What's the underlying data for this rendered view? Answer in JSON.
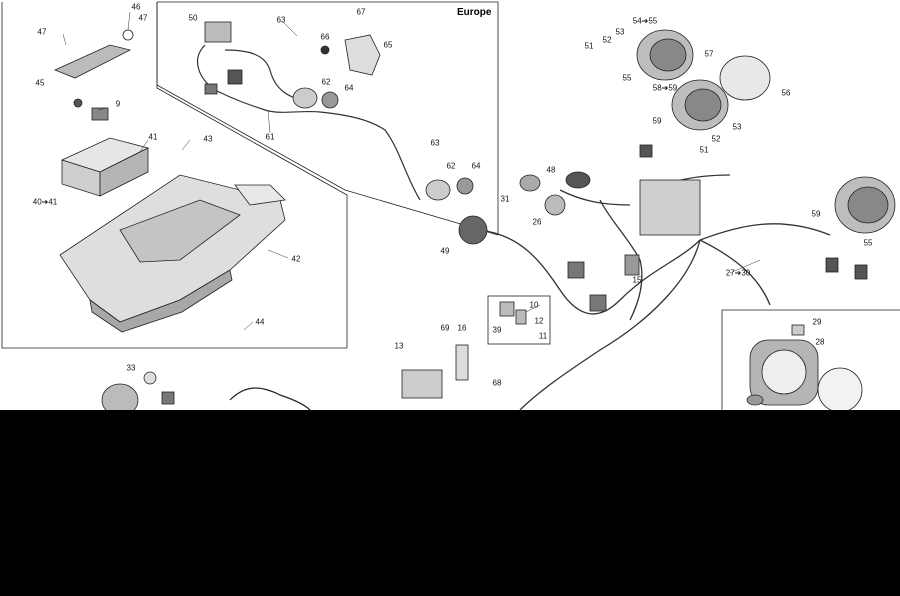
{
  "region_label": "Europe",
  "colors": {
    "background": "#ffffff",
    "line": "#222222",
    "part_fill": "#d9d9d9",
    "dark_fill": "#555555",
    "lower_area": "#000000"
  },
  "callouts": {
    "c46": "46",
    "c47a": "47",
    "c47b": "47",
    "c45": "45",
    "c9": "9",
    "c41": "41",
    "c43": "43",
    "c40_41": "40➔41",
    "c42": "42",
    "c44": "44",
    "c50": "50",
    "c63a": "63",
    "c67": "67",
    "c66": "66",
    "c65": "65",
    "c62a": "62",
    "c64a": "64",
    "c61": "61",
    "c63b": "63",
    "c62b": "62",
    "c64b": "64",
    "c48": "48",
    "c31": "31",
    "c26": "26",
    "c49": "49",
    "c15": "15",
    "c10": "10",
    "c12": "12",
    "c11": "11",
    "c39": "39",
    "c69": "69",
    "c16": "16",
    "c13": "13",
    "c68": "68",
    "c51a": "51",
    "c52a": "52",
    "c53a": "53",
    "c54_55": "54➔55",
    "c55a": "55",
    "c57": "57",
    "c56": "56",
    "c58_59": "58➔59",
    "c59a": "59",
    "c53b": "53",
    "c52b": "52",
    "c51b": "51",
    "c59b": "59",
    "c55b": "55",
    "c27_30": "27➔30",
    "c29": "29",
    "c28": "28",
    "c33": "33"
  }
}
